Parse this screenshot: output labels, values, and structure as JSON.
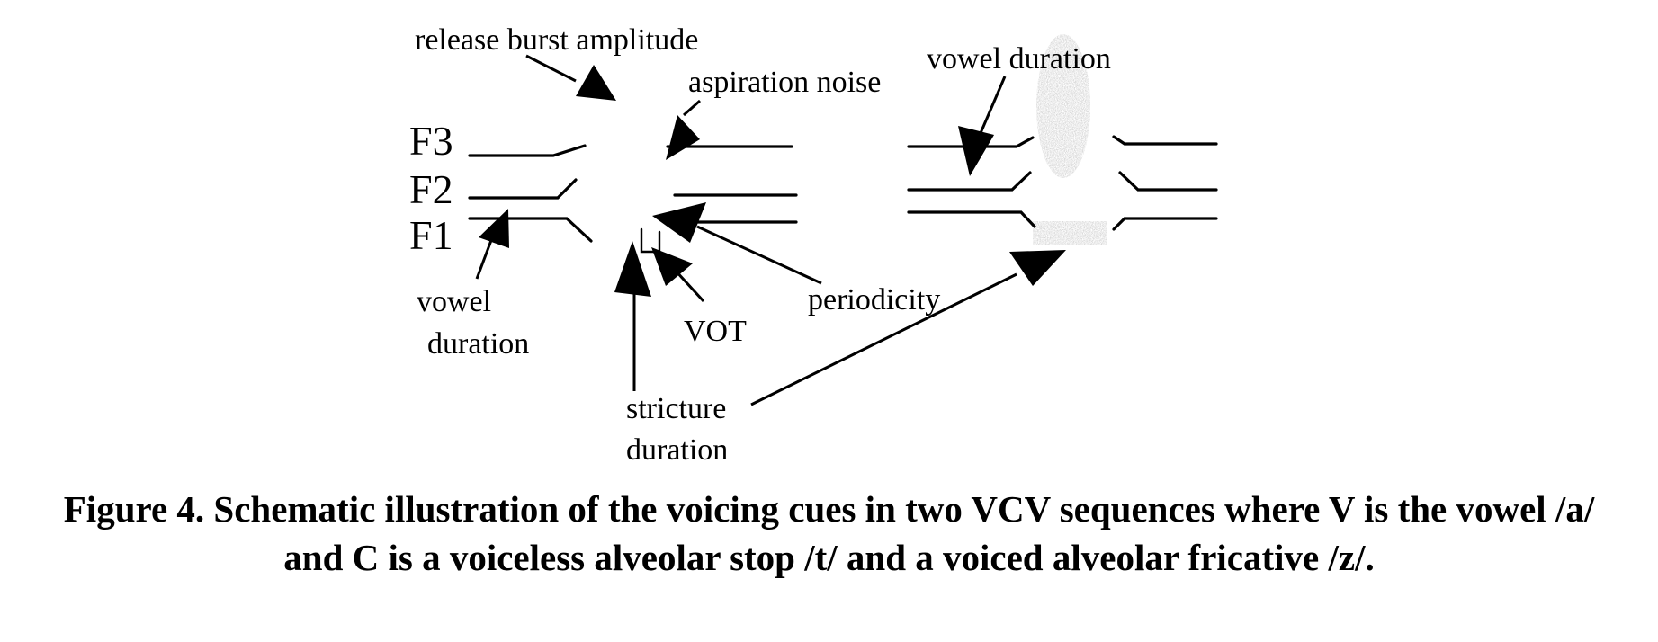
{
  "formants": {
    "f3": "F3",
    "f2": "F2",
    "f1": "F1"
  },
  "labels": {
    "release_burst_amplitude": "release burst amplitude",
    "aspiration_noise": "aspiration noise",
    "vowel_duration_right": "vowel duration",
    "vowel_duration_left_1": "vowel",
    "vowel_duration_left_2": "duration",
    "vot": "VOT",
    "periodicity": "periodicity",
    "stricture_duration_1": "stricture",
    "stricture_duration_2": "duration"
  },
  "caption": {
    "line1": "Figure 4. Schematic illustration of the voicing cues in two VCV sequences where V is the vowel /a/",
    "line2": "and C is a voiceless alveolar stop /t/ and a voiced alveolar fricative /z/."
  }
}
